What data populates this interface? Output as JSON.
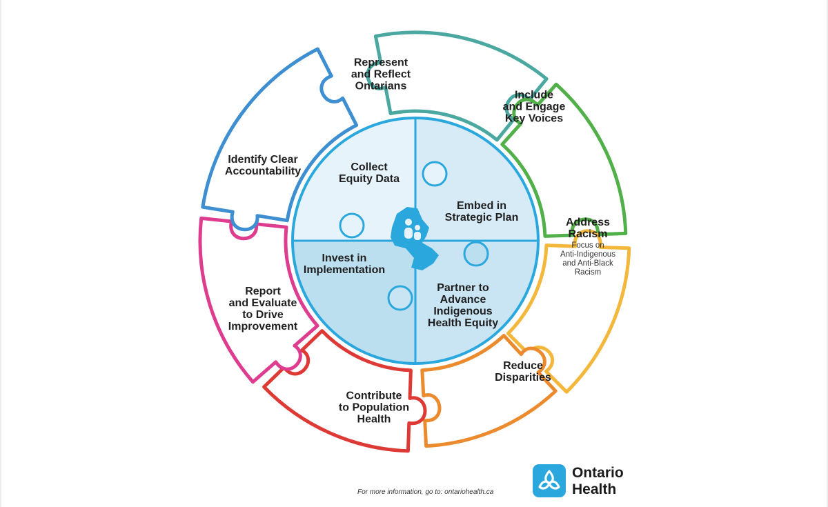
{
  "outer_pieces": [
    {
      "id": "represent",
      "label": "Represent\nand Reflect\nOntarians",
      "color": "#4aa8a0"
    },
    {
      "id": "include",
      "label": "Include\nand Engage\nKey Voices",
      "color": "#52b04a"
    },
    {
      "id": "address",
      "label": "Address\nRacism",
      "sublabel": "Focus on\nAnti-Indigenous\nand Anti-Black\nRacism",
      "color": "#f3b73c"
    },
    {
      "id": "reduce",
      "label": "Reduce\nDisparities",
      "color": "#ec8a2e"
    },
    {
      "id": "contribute",
      "label": "Contribute\nto Population\nHealth",
      "color": "#de3a35"
    },
    {
      "id": "report",
      "label": "Report\nand Evaluate\nto Drive\nImprovement",
      "color": "#de3c8e"
    },
    {
      "id": "identify",
      "label": "Identify Clear\nAccountability",
      "color": "#3d8fd1"
    }
  ],
  "inner_quadrants": [
    {
      "id": "collect",
      "label": "Collect\nEquity Data",
      "fill": "#e7f3fa"
    },
    {
      "id": "embed",
      "label": "Embed in\nStrategic Plan",
      "fill": "#d7ebf6"
    },
    {
      "id": "invest",
      "label": "Invest in\nImplementation",
      "fill": "#bcdff0"
    },
    {
      "id": "partner",
      "label": "Partner to\nAdvance\nIndigenous\nHealth Equity",
      "fill": "#c9e4f3"
    }
  ],
  "center_icon": "ontario-map-people-icon",
  "accent_color": "#2aa8de",
  "footer": {
    "text": "For more information, go to: ontariohealth.ca"
  },
  "logo": {
    "text": "Ontario\nHealth",
    "icon": "trillium-icon"
  }
}
